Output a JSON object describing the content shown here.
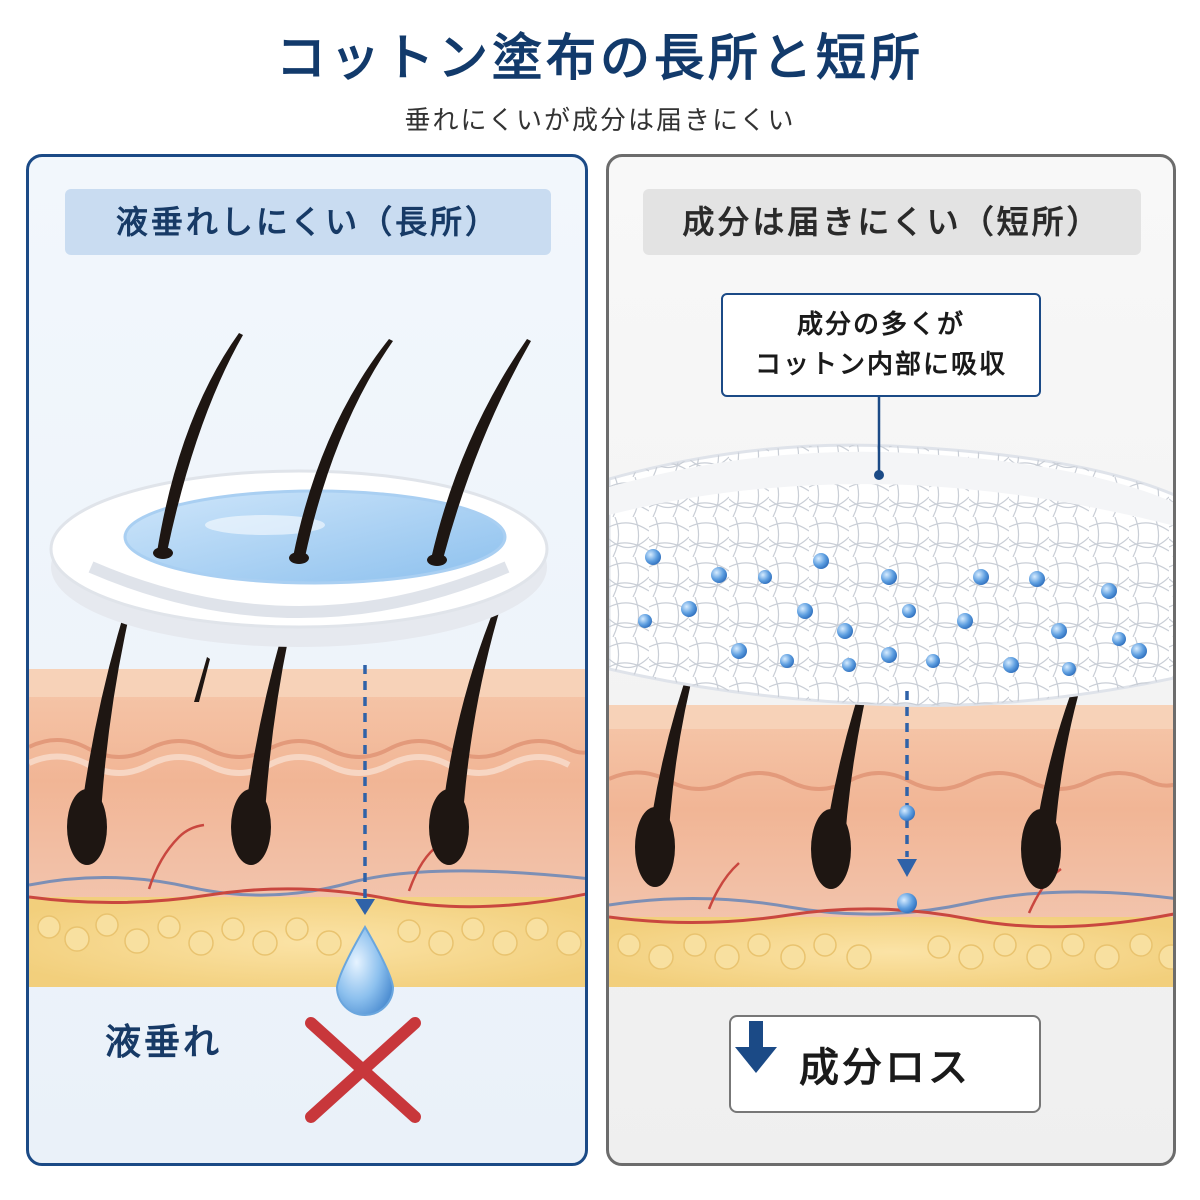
{
  "title": "コットン塗布の長所と短所",
  "subtitle": "垂れにくいが成分は届きにくい",
  "colors": {
    "navy": "#123a6b",
    "accent_blue": "#1b4a86",
    "skin": "#efb99c",
    "hair": "#1e1612",
    "drop": "#7fb6ea",
    "cross": "#c8373b",
    "gray_border": "#6c6c6c"
  },
  "left_panel": {
    "header": "液垂れしにくい（長所）",
    "drip_label": "液垂れ",
    "icons": [
      "cotton-pad-icon",
      "hair-icon",
      "liquid-drop-icon",
      "cross-icon",
      "arrow-down-icon"
    ]
  },
  "right_panel": {
    "header": "成分は届きにくい（短所）",
    "callout_line1": "成分の多くが",
    "callout_line2": "コットン内部に吸収",
    "loss_label": "成分ロス",
    "icons": [
      "cotton-fiber-icon",
      "ingredient-dot-icon",
      "down-arrow-icon"
    ]
  }
}
